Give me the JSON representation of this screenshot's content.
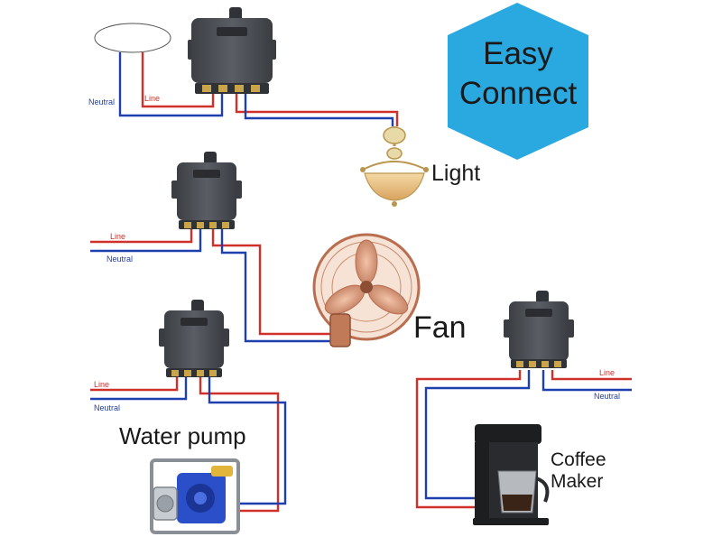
{
  "badge": {
    "line1": "Easy",
    "line2": "Connect",
    "color": "#29a9e0"
  },
  "appliances": {
    "light": "Light",
    "fan": "Fan",
    "water_pump": "Water pump",
    "coffee_line1": "Coffee",
    "coffee_line2": "Maker"
  },
  "wire_labels": {
    "line": "Line",
    "neutral": "Neutral"
  },
  "colors": {
    "line_wire": "#d0302a",
    "neutral_wire": "#1f3fae",
    "switch_body": "#4a4d52"
  }
}
